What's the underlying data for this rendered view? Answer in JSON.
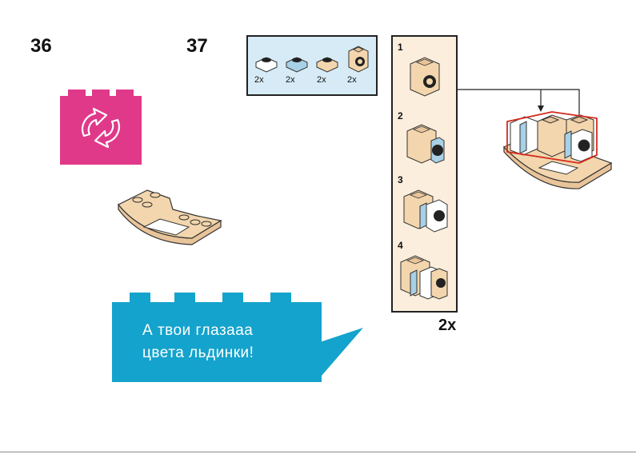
{
  "steps": {
    "step_a": "36",
    "step_b": "37"
  },
  "parts": [
    {
      "count": "2x",
      "icon": "white-round-plate"
    },
    {
      "count": "2x",
      "icon": "transparent-blue-round-plate"
    },
    {
      "count": "2x",
      "icon": "tan-round-plate"
    },
    {
      "count": "2x",
      "icon": "tan-bracket-brick"
    }
  ],
  "substeps": [
    "1",
    "2",
    "3",
    "4"
  ],
  "multiplier": "2x",
  "speech": {
    "line1": "А твои глазааа",
    "line2": "цвета льдинки!"
  },
  "colors": {
    "rotate_badge": "#e0398a",
    "speech_bubble": "#14a3cc",
    "parts_box": "#d6ebf5",
    "substep_panel": "#fbeedd",
    "brick_tan": "#f3d6ad",
    "highlight_outline": "#d42b1e"
  }
}
